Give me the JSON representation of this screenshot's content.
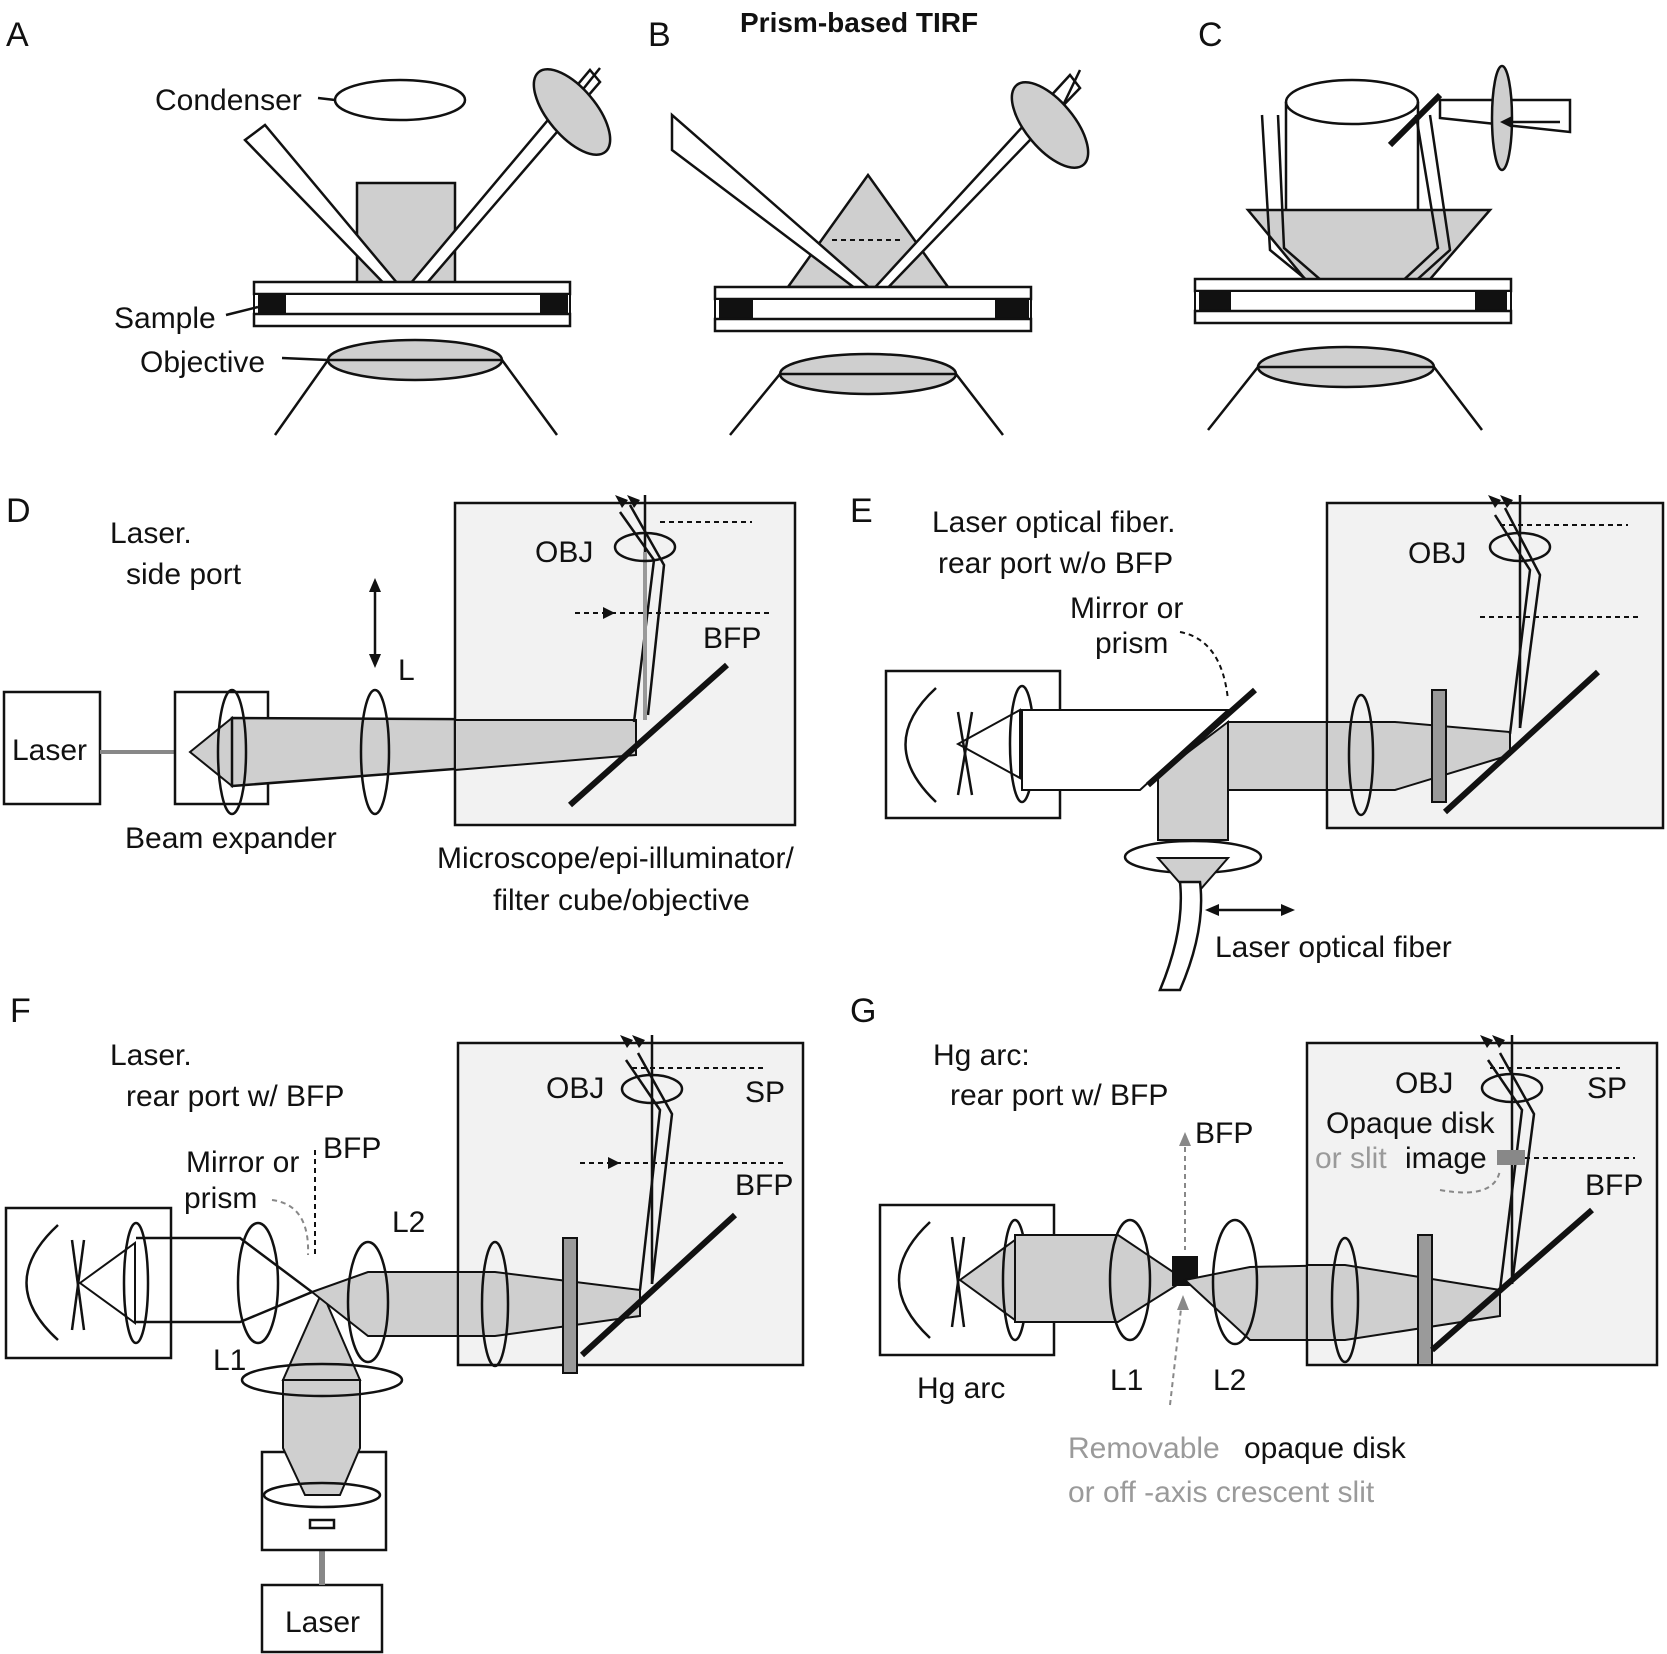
{
  "title": "Prism-based TIRF",
  "panels": {
    "A": {
      "letter": "A",
      "condenser": "Condenser",
      "sample": "Sample",
      "objective": "Objective"
    },
    "B": {
      "letter": "B"
    },
    "C": {
      "letter": "C"
    },
    "D": {
      "letter": "D",
      "heading_line1": "Laser.",
      "heading_line2": "side port",
      "obj": "OBJ",
      "bfp": "BFP",
      "lens_l": "L",
      "laser": "Laser",
      "beam_expander": "Beam expander",
      "microscope_line1": "Microscope/epi-illuminator/",
      "microscope_line2": "filter cube/objective"
    },
    "E": {
      "letter": "E",
      "heading_line1": "Laser optical fiber.",
      "heading_line2": "rear port w/o BFP",
      "mirror_line1": "Mirror or",
      "mirror_line2": "prism",
      "obj": "OBJ",
      "fiber": "Laser optical fiber"
    },
    "F": {
      "letter": "F",
      "heading_line1": "Laser.",
      "heading_line2": "rear port w/ BFP",
      "mirror_line1": "Mirror or",
      "mirror_line2": "prism",
      "bfp_top": "BFP",
      "l2": "L2",
      "l1": "L1",
      "obj": "OBJ",
      "sp": "SP",
      "bfp": "BFP",
      "laser": "Laser"
    },
    "G": {
      "letter": "G",
      "heading_line1": "Hg arc:",
      "heading_line2": "rear port w/ BFP",
      "bfp_top": "BFP",
      "obj": "OBJ",
      "sp": "SP",
      "opaque_disk": "Opaque disk",
      "or_slit": "or slit",
      "image": "image",
      "bfp": "BFP",
      "hg_arc": "Hg arc",
      "l1": "L1",
      "l2": "L2",
      "removable": "Removable",
      "opaque_disk_lower": "opaque disk",
      "crescent": "or off -axis crescent slit"
    }
  }
}
